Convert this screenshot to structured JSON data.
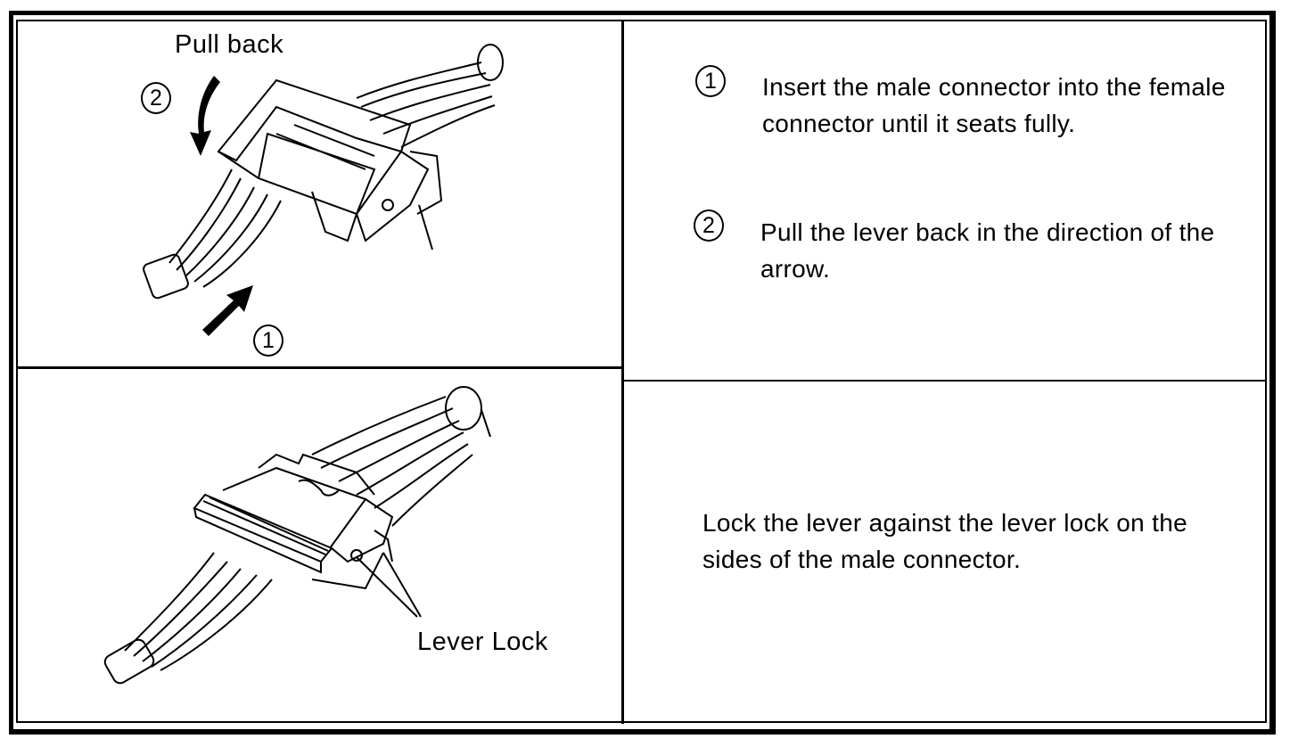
{
  "top_panel": {
    "pull_back_label": "Pull back",
    "step1_marker": "1",
    "step2_marker": "2"
  },
  "bottom_panel": {
    "lever_lock_label": "Lever Lock"
  },
  "instructions": {
    "step1": {
      "marker": "1",
      "text": "Insert the male connector into the female connector until it seats fully."
    },
    "step2": {
      "marker": "2",
      "text": "Pull the lever back in the direction of the arrow."
    },
    "step3": {
      "text": "Lock the lever against the lever lock on the sides of the male connector."
    }
  },
  "icons": [
    "arrow-pull-back-icon",
    "arrow-insert-icon",
    "connector-illustration",
    "locked-connector-illustration"
  ]
}
